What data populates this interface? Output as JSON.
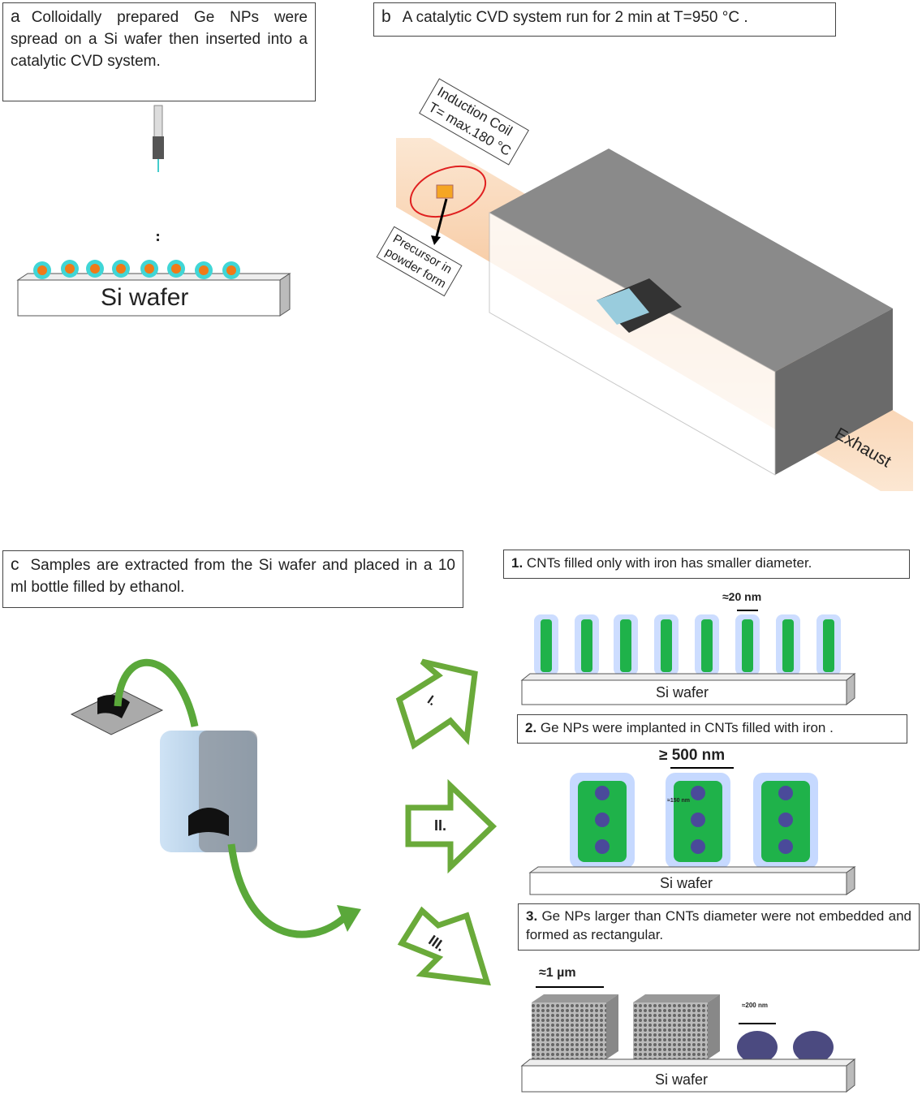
{
  "panel_a": {
    "letter": "a",
    "text": "Colloidally prepared Ge NPs were spread on a Si wafer then inserted into a catalytic CVD system.",
    "wafer_label": "Si wafer"
  },
  "panel_b": {
    "letter": "b",
    "text": "A catalytic CVD system run for 2 min at T=950 °C .",
    "coil_label_1": "Induction Coil",
    "coil_label_2": "T= max.180 °C",
    "precursor_1": "Precursor in",
    "precursor_2": "powder form",
    "exhaust": "Exhaust"
  },
  "panel_c": {
    "letter": "c",
    "text": "Samples are extracted from the Si wafer and placed in a 10 ml bottle filled by ethanol.",
    "arrows": [
      "I.",
      "II.",
      "III."
    ]
  },
  "outcomes": [
    {
      "num": "1.",
      "text": "CNTs filled only with iron has smaller diameter.",
      "dim": "≈20 nm",
      "wafer": "Si wafer"
    },
    {
      "num": "2.",
      "text": "Ge NPs  were implanted in CNTs filled with iron .",
      "dim": "≥ 500 nm",
      "dim2": "≈150 nm",
      "wafer": "Si wafer"
    },
    {
      "num": "3.",
      "text": "Ge NPs larger than CNTs diameter were not embedded and formed as rectangular.",
      "dim": "≈1 µm",
      "dim2": "≈200 nm",
      "wafer": "Si wafer"
    }
  ],
  "colors": {
    "green": "#1fb24a",
    "arrow_green": "#6aaa3a",
    "tube_orange": "#f7c99a",
    "furnace_gray": "#707070"
  }
}
